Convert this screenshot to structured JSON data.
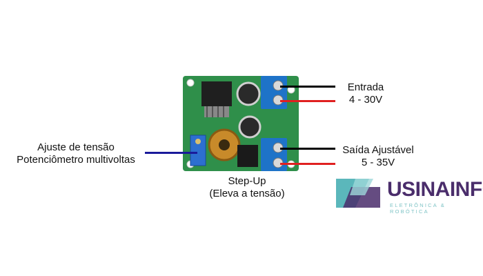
{
  "labels": {
    "adjust_line1": "Ajuste de tensão",
    "adjust_line2": "Potenciômetro multivoltas",
    "input_line1": "Entrada",
    "input_line2": "4 - 30V",
    "output_line1": "Saída Ajustável",
    "output_line2": "5 - 35V",
    "stepup_line1": "Step-Up",
    "stepup_line2": "(Eleva a tensão)"
  },
  "logo": {
    "name": "USINAINFO",
    "tagline": "ELETRÔNICA & ROBÓTICA"
  },
  "colors": {
    "pcb": "#2f8f4a",
    "terminal": "#1e73c8",
    "wire_red": "#e02020",
    "wire_black": "#000000",
    "wire_blue": "#1a1a9a",
    "logo_teal": "#5bb7bb",
    "logo_purple": "#4a2d6b"
  }
}
